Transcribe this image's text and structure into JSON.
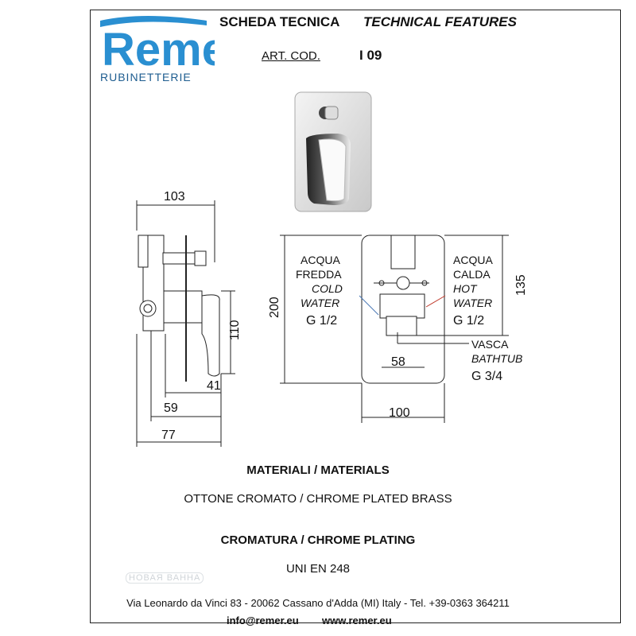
{
  "brand": {
    "logo_text": "Remer",
    "subtitle": "RUBINETTERIE",
    "color": "#2a8fd1"
  },
  "header": {
    "title_it": "SCHEDA TECNICA",
    "title_en": "TECHNICAL FEATURES",
    "art_label": "ART. COD.",
    "art_value": "I 09"
  },
  "drawing": {
    "side_view": {
      "dim_top": "103",
      "dim_110": "110",
      "dim_41": "41",
      "dim_59": "59",
      "dim_77": "77"
    },
    "front_view": {
      "dim_200": "200",
      "dim_135": "135",
      "dim_58": "58",
      "dim_100": "100",
      "cold_line1": "ACQUA",
      "cold_line2": "FREDDA",
      "cold_line3": "COLD",
      "cold_line4": "WATER",
      "cold_size": "G 1/2",
      "hot_line1": "ACQUA",
      "hot_line2": "CALDA",
      "hot_line3": "HOT",
      "hot_line4": "WATER",
      "hot_size": "G 1/2",
      "tub_line1": "VASCA",
      "tub_line2": "BATHTUB",
      "tub_size": "G 3/4"
    }
  },
  "specs": {
    "materials_title": "MATERIALI / MATERIALS",
    "materials_value": "OTTONE CROMATO / CHROME PLATED BRASS",
    "plating_title": "CROMATURA / CHROME PLATING",
    "plating_value": "UNI EN 248"
  },
  "footer": {
    "address": "Via Leonardo da Vinci 83 - 20062 Cassano d'Adda (MI) Italy - Tel. +39-0363 364211",
    "email": "info@remer.eu",
    "website": "www.remer.eu",
    "watermark": "НОВАЯ ВАННА"
  }
}
